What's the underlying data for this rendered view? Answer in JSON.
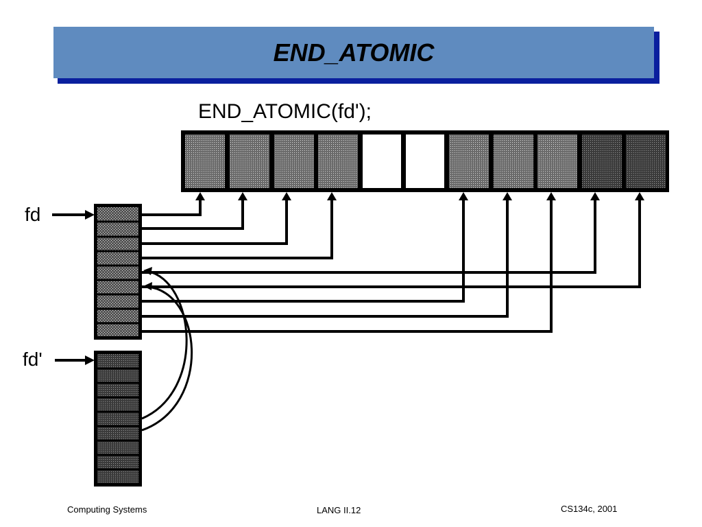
{
  "slide": {
    "title": "END_ATOMIC"
  },
  "diagram": {
    "code_label": "END_ATOMIC(fd');",
    "fd_label": "fd",
    "fd_prime_label": "fd'"
  },
  "footer": {
    "left": "Computing Systems",
    "center": "LANG II.12",
    "right": "CS134c, 2001"
  }
}
